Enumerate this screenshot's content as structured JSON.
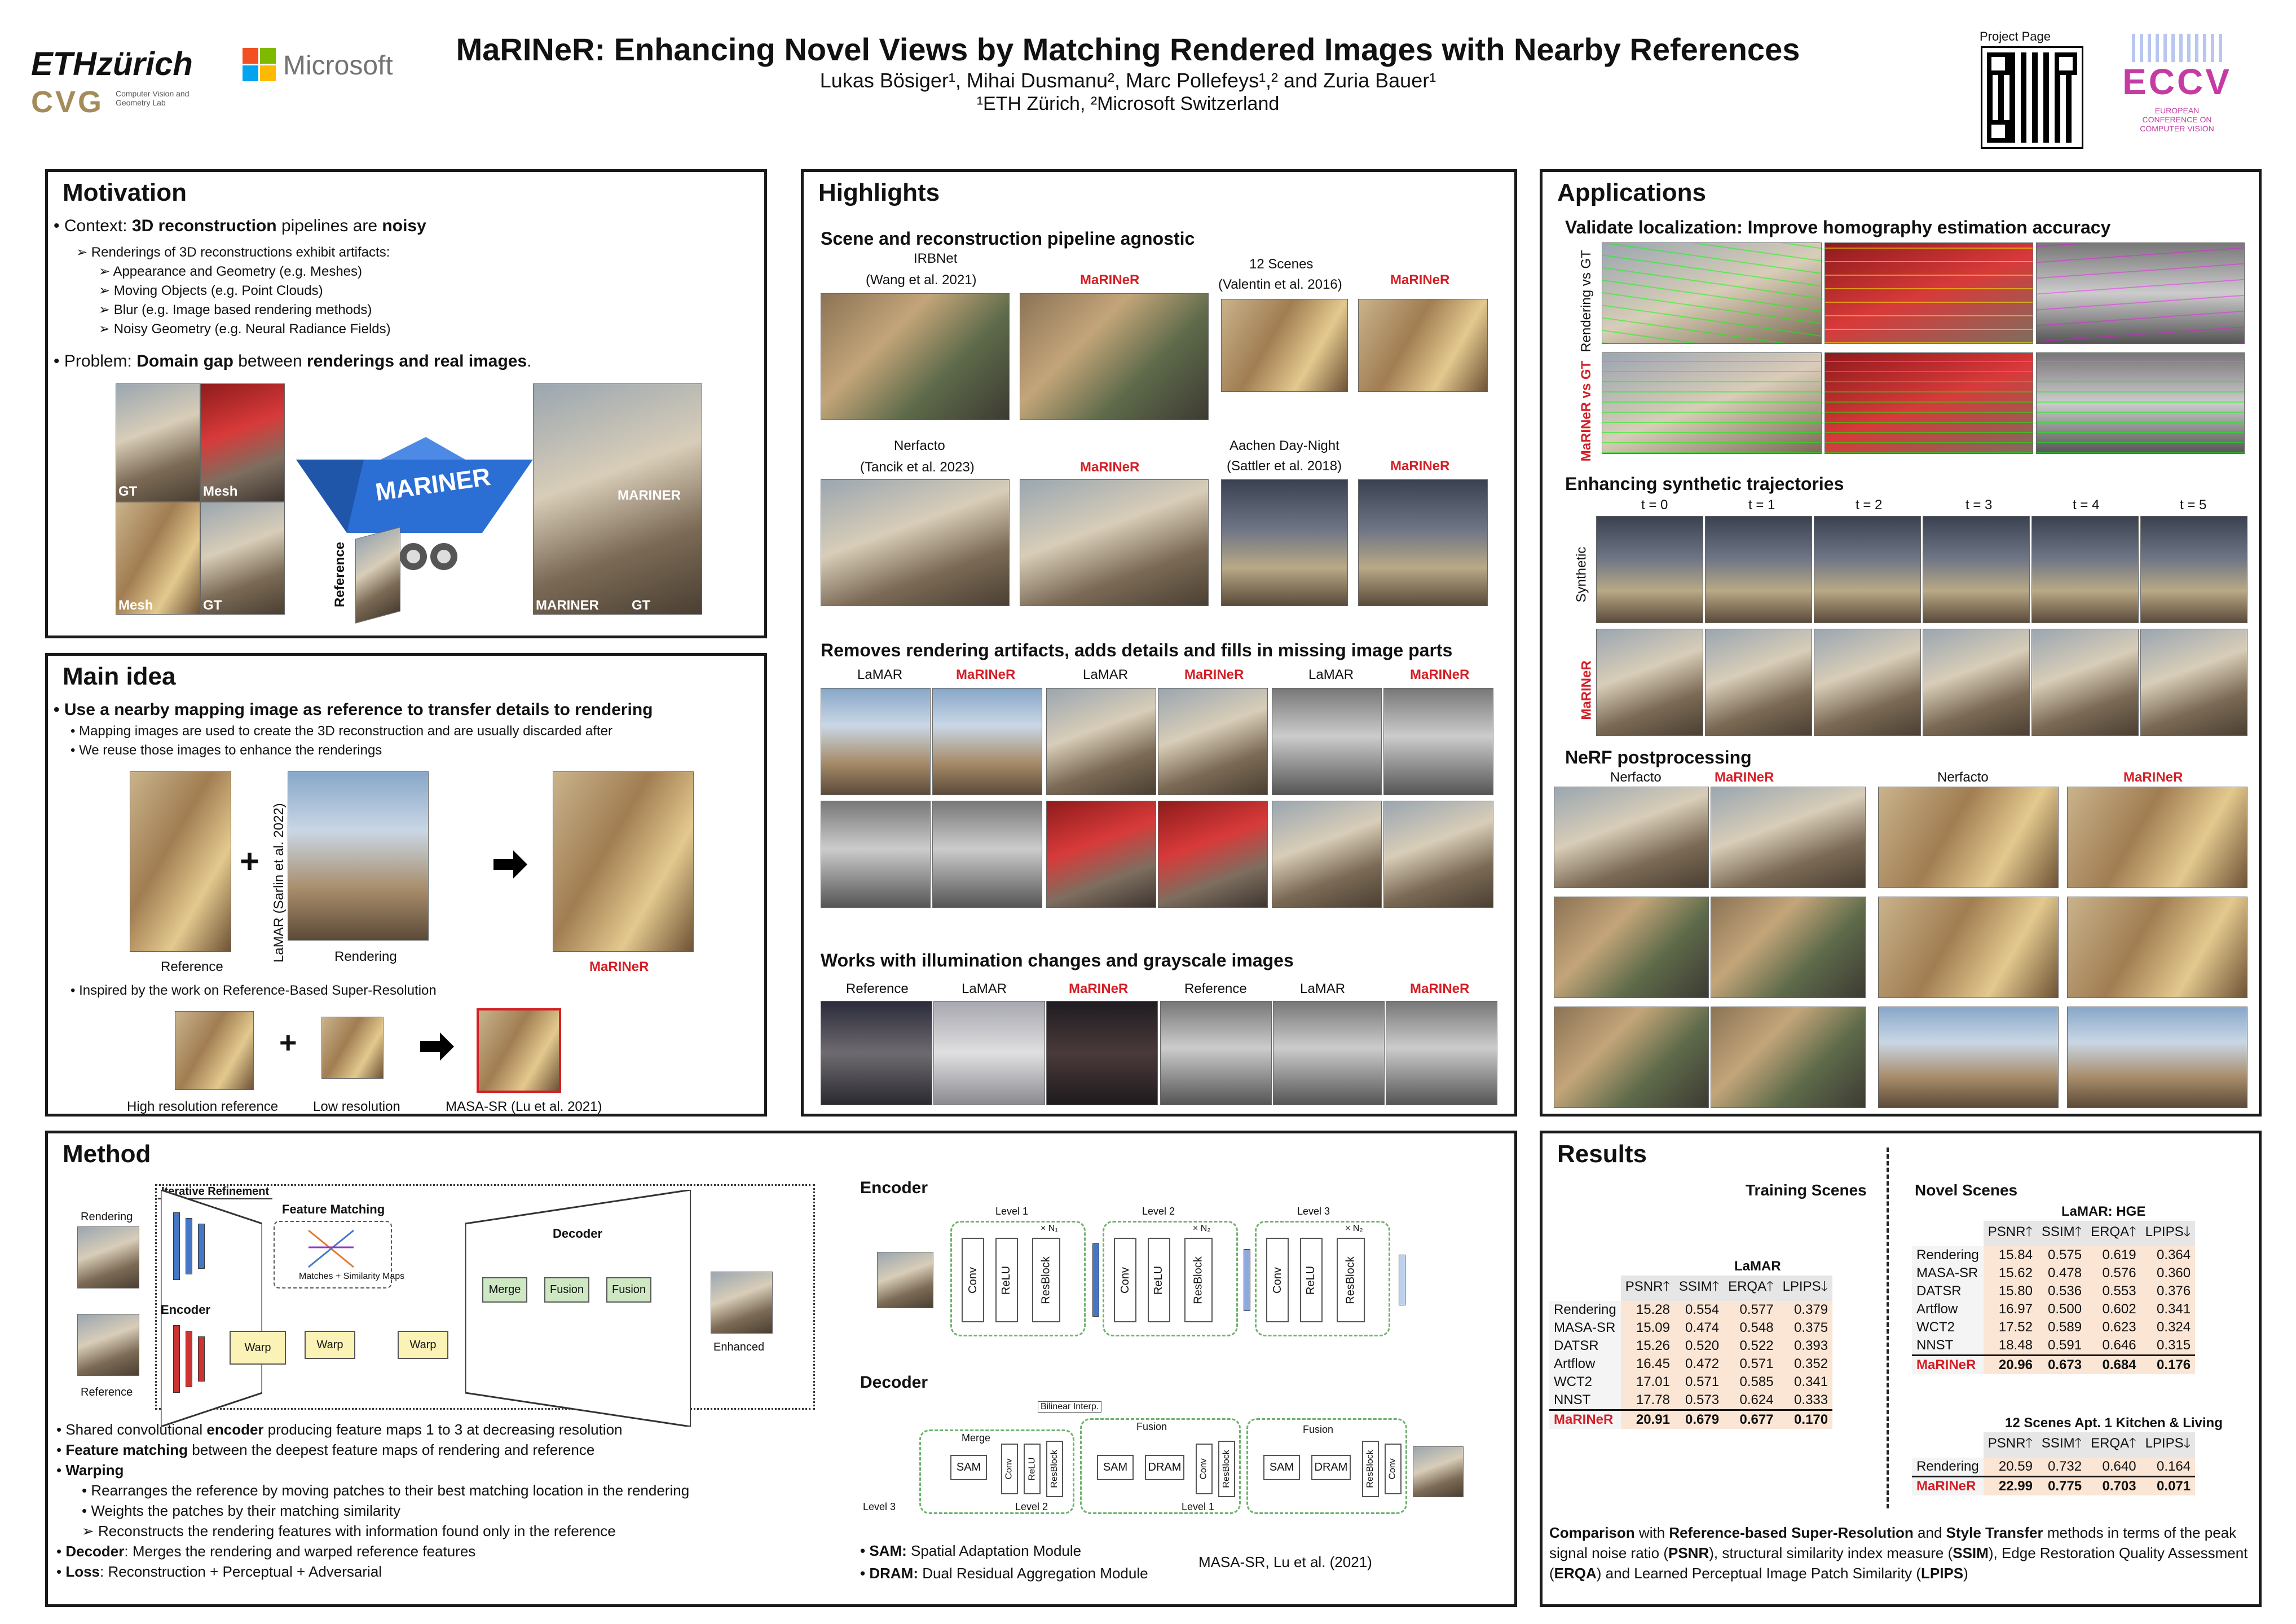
{
  "header": {
    "title": "MaRINeR: Enhancing Novel Views by Matching Rendered Images with Nearby References",
    "authors": "Lukas Bösiger¹, Mihai Dusmanu², Marc Pollefeys¹,² and Zuria Bauer¹",
    "affiliations": "¹ETH Zürich, ²Microsoft Switzerland",
    "eth_logo": "ETHzürich",
    "cvg_logo": "CVG",
    "cvg_text": "Computer Vision and Geometry Lab",
    "ms_logo": "Microsoft",
    "project_page": "Project Page",
    "eccv_logo": "ECCV",
    "eccv_text": "EUROPEAN CONFERENCE ON COMPUTER VISION"
  },
  "motivation": {
    "title": "Motivation",
    "context_pre": "• Context: ",
    "context_b1": "3D reconstruction",
    "context_mid": " pipelines are ",
    "context_b2": "noisy",
    "sub_intro": "➢  Renderings of 3D reconstructions exhibit artifacts:",
    "items": [
      "➢  Appearance and Geometry (e.g. Meshes)",
      "➢  Moving Objects (e.g. Point Clouds)",
      "➢  Blur (e.g. Image based rendering methods)",
      "➢  Noisy Geometry (e.g. Neural Radiance Fields)"
    ],
    "problem_pre": "• Problem: ",
    "problem_b1": "Domain gap",
    "problem_mid": " between ",
    "problem_b2": "renderings and real images",
    "problem_end": ".",
    "label_gt": "GT",
    "label_mesh": "Mesh",
    "label_mesh2": "Mesh",
    "label_gt2": "GT",
    "label_mariner": "MARINER",
    "label_mariner2": "MARINER",
    "label_mariner3": "MARINER",
    "label_gt3": "GT",
    "label_reference": "Reference"
  },
  "main_idea": {
    "title": "Main idea",
    "headline": "• Use a nearby mapping image as reference to transfer details to rendering",
    "b1": "• Mapping images are used to create the 3D reconstruction and are usually discarded after",
    "b2": "• We reuse those images to enhance the renderings",
    "cap_reference": "Reference",
    "cap_rendering": "Rendering",
    "cap_mariner": "MaRINeR",
    "cap_lamar": "LaMAR (Sarlin et al. 2022)",
    "b3": "• Inspired by the work on Reference-Based Super-Resolution",
    "cap_hr": "High resolution reference",
    "cap_lr": "Low resolution",
    "cap_masa": "MASA-SR (Lu et al. 2021)"
  },
  "highlights": {
    "title": "Highlights",
    "s1": "Scene and reconstruction pipeline agnostic",
    "irbnet": "IRBNet",
    "irbnet_ref": "(Wang et al. 2021)",
    "scenes12": "12 Scenes",
    "scenes12_ref": "(Valentin et al. 2016)",
    "nerfacto": "Nerfacto",
    "nerfacto_ref": "(Tancik et al. 2023)",
    "aachen": "Aachen Day-Night",
    "aachen_ref": "(Sattler et al. 2018)",
    "mariner": "MaRINeR",
    "s2": "Removes rendering artifacts, adds details and fills in missing image parts",
    "lamar": "LaMAR",
    "s3": "Works with illumination changes and grayscale images",
    "reference": "Reference"
  },
  "applications": {
    "title": "Applications",
    "s1": "Validate localization: Improve homography estimation accuracy",
    "rendering_vs_gt": "Rendering vs GT",
    "mariner_vs_gt": "MaRINeR vs GT",
    "s2": "Enhancing synthetic trajectories",
    "times": [
      "t = 0",
      "t = 1",
      "t = 2",
      "t = 3",
      "t = 4",
      "t = 5"
    ],
    "synthetic": "Synthetic",
    "mariner": "MaRINeR",
    "s3": "NeRF postprocessing",
    "nerfacto": "Nerfacto"
  },
  "method": {
    "title": "Method",
    "iterative": "Iterative Refinement",
    "feature_matching": "Feature Matching",
    "matches_maps": "Matches + Similarity Maps",
    "rendering": "Rendering",
    "reference": "Reference",
    "encoder": "Encoder",
    "decoder": "Decoder",
    "warp": "Warp",
    "merge": "Merge",
    "fusion": "Fusion",
    "enhanced": "Enhanced",
    "enc_title": "Encoder",
    "level1": "Level 1",
    "level2": "Level 2",
    "level3": "Level 3",
    "conv": "Conv",
    "relu": "ReLU",
    "resblock": "ResBlock",
    "xn1": "× N₁",
    "xn2": "× N₂",
    "dec_title": "Decoder",
    "bilinear": "Bilinear Interp.",
    "sam": "SAM",
    "dram": "DRAM",
    "bullets": [
      {
        "pre": "• Shared convolutional ",
        "b": "encoder",
        "post": " producing feature maps 1 to 3 at decreasing resolution"
      },
      {
        "pre": "• ",
        "b": "Feature matching",
        "post": " between the deepest feature maps of rendering and reference"
      },
      {
        "pre": "• ",
        "b": "Warping",
        "post": ""
      }
    ],
    "warp_items": [
      "• Rearranges the reference by moving patches to their best matching location in the rendering",
      "• Weights the patches by their matching similarity",
      "➢ Reconstructs the rendering features with information found only in the reference"
    ],
    "decoder_pre": "• ",
    "decoder_b": "Decoder",
    "decoder_post": ": Merges the rendering and warped reference features",
    "loss_pre": "• ",
    "loss_b": "Loss",
    "loss_post": ": Reconstruction + Perceptual + Adversarial",
    "sam_def_b": "SAM:",
    "sam_def": " Spatial Adaptation Module",
    "dram_def_b": "DRAM:",
    "dram_def": " Dual Residual Aggregation Module",
    "masa_ref": "MASA-SR, Lu et al. (2021)"
  },
  "results": {
    "title": "Results",
    "training": "Training Scenes",
    "novel": "Novel Scenes",
    "lamar_title": "LaMAR",
    "hge_title": "LaMAR: HGE",
    "s12_title": "12 Scenes Apt. 1 Kitchen & Living",
    "headers": [
      "PSNR🡑",
      "SSIM🡑",
      "ERQA🡑",
      "LPIPS🡓"
    ],
    "lamar_rows": [
      [
        "Rendering",
        "15.28",
        "0.554",
        "0.577",
        "0.379"
      ],
      [
        "MASA-SR",
        "15.09",
        "0.474",
        "0.548",
        "0.375"
      ],
      [
        "DATSR",
        "15.26",
        "0.520",
        "0.522",
        "0.393"
      ],
      [
        "Artflow",
        "16.45",
        "0.472",
        "0.571",
        "0.352"
      ],
      [
        "WCT2",
        "17.01",
        "0.571",
        "0.585",
        "0.341"
      ],
      [
        "NNST",
        "17.78",
        "0.573",
        "0.624",
        "0.333"
      ],
      [
        "MaRINeR",
        "20.91",
        "0.679",
        "0.677",
        "0.170"
      ]
    ],
    "hge_rows": [
      [
        "Rendering",
        "15.84",
        "0.575",
        "0.619",
        "0.364"
      ],
      [
        "MASA-SR",
        "15.62",
        "0.478",
        "0.576",
        "0.360"
      ],
      [
        "DATSR",
        "15.80",
        "0.536",
        "0.553",
        "0.376"
      ],
      [
        "Artflow",
        "16.97",
        "0.500",
        "0.602",
        "0.341"
      ],
      [
        "WCT2",
        "17.52",
        "0.589",
        "0.623",
        "0.324"
      ],
      [
        "NNST",
        "18.48",
        "0.591",
        "0.646",
        "0.315"
      ],
      [
        "MaRINeR",
        "20.96",
        "0.673",
        "0.684",
        "0.176"
      ]
    ],
    "s12_rows": [
      [
        "Rendering",
        "20.59",
        "0.732",
        "0.640",
        "0.164"
      ],
      [
        "MaRINeR",
        "22.99",
        "0.775",
        "0.703",
        "0.071"
      ]
    ],
    "cmp_b1": "Comparison",
    "cmp_t1": " with ",
    "cmp_b2": "Reference-based Super-Resolution",
    "cmp_t2": " and ",
    "cmp_b3": "Style Transfer",
    "cmp_t3": " methods in terms of the peak signal noise ratio (",
    "cmp_b4": "PSNR",
    "cmp_t4": "), structural similarity index measure (",
    "cmp_b5": "SSIM",
    "cmp_t5": "), Edge Restoration Quality Assessment (",
    "cmp_b6": "ERQA",
    "cmp_t6": ") and Learned Perceptual Image Patch Similarity (",
    "cmp_b7": "LPIPS",
    "cmp_t7": ")"
  }
}
